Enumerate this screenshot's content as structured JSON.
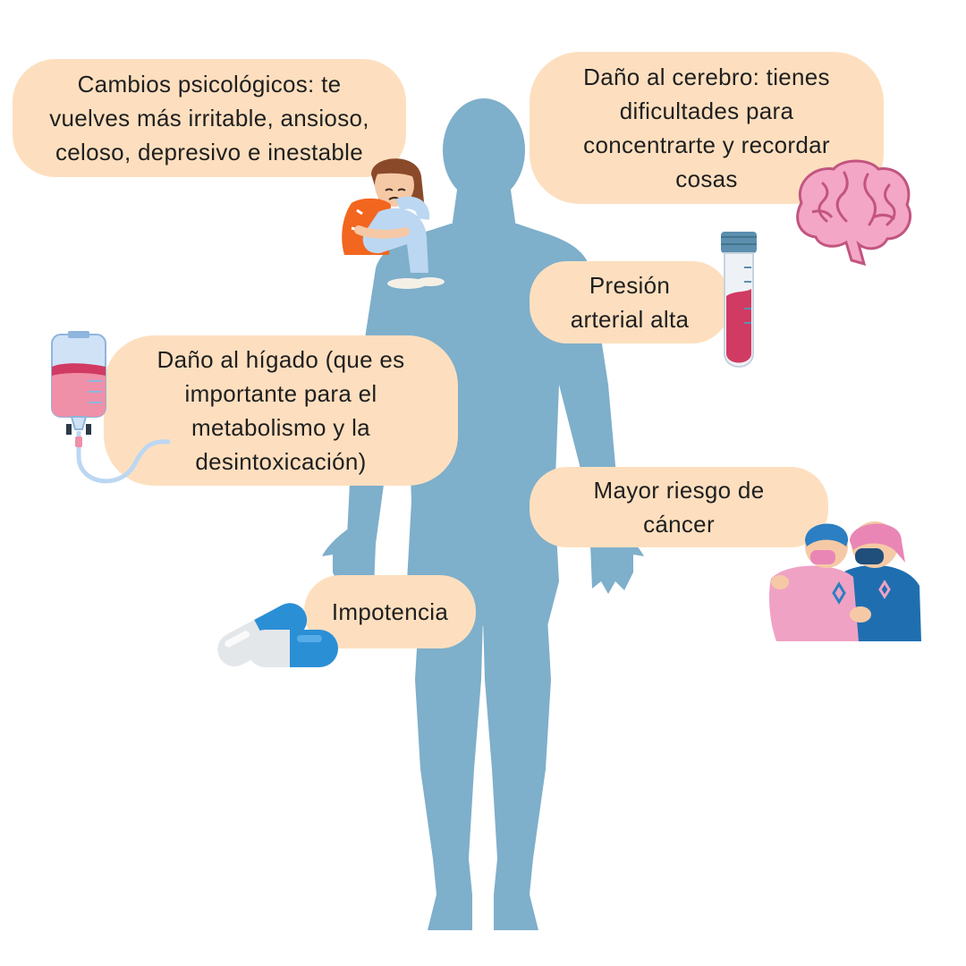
{
  "colors": {
    "bubble": "#fddfbf",
    "silhouette": "#7eafcb",
    "text": "#1f1f1f"
  },
  "callouts": {
    "psych": "Cambios psicológicos: te\nvuelves más irritable, ansioso,\nceloso, depresivo e inestable",
    "brain": "Daño al cerebro: tienes\ndificultades para\nconcentrarte y recordar\ncosas",
    "blood_pressure": "Presión\narterial alta",
    "liver": "Daño al hígado (que es\nimportante para el\nmetabolismo y la\ndesintoxicación)",
    "cancer": "Mayor riesgo de\ncáncer",
    "impotence": "Impotencia"
  },
  "icons": {
    "body": "human-silhouette-icon",
    "sad_person": "sad-girl-icon",
    "brain": "brain-icon",
    "test_tube": "blood-test-tube-icon",
    "iv_bag": "iv-drip-bag-icon",
    "patients": "cancer-patients-icon",
    "pills": "capsule-pills-icon"
  }
}
